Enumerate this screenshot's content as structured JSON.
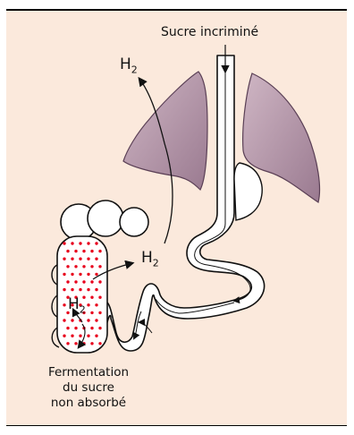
{
  "labels": {
    "sugar": "Sucre incriminé",
    "h2_lungs": "H",
    "h2_colon": "H",
    "h2_left": "H",
    "h2_sub": "2",
    "fermentation_line1": "Fermentation",
    "fermentation_line2": "du sucre",
    "fermentation_line3": "non absorbé"
  },
  "colors": {
    "background": "#fbe9dc",
    "lung_fill": "#b89aad",
    "lung_stroke": "#5a3f55",
    "fermentation_dots": "#e8001c",
    "tract_fill": "#ffffff",
    "outline": "#111111"
  }
}
